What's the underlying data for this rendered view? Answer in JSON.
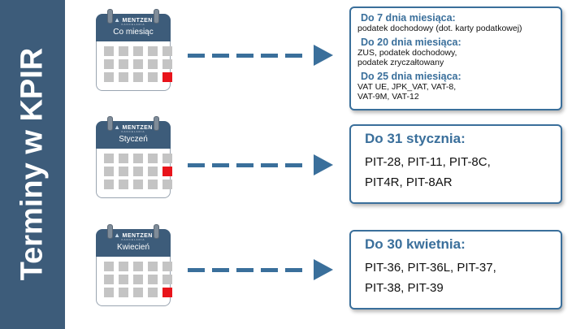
{
  "sidebar": {
    "title": "Terminy w KPIR"
  },
  "brand": {
    "name": "MENTZEN",
    "tagline": "KANCELARIA"
  },
  "calendars": [
    {
      "label": "Co miesiąc"
    },
    {
      "label": "Styczeń"
    },
    {
      "label": "Kwiecień"
    }
  ],
  "boxes": {
    "monthly": {
      "h1": "Do 7 dnia miesiąca:",
      "t1": "podatek dochodowy (dot. karty podatkowej)",
      "h2": "Do 20 dnia miesiąca:",
      "t2a": "ZUS, podatek dochodowy,",
      "t2b": "podatek zryczałtowany",
      "h3": "Do 25 dnia miesiąca:",
      "t3a": "VAT UE, JPK_VAT, VAT-8,",
      "t3b": "VAT-9M, VAT-12"
    },
    "january": {
      "heading": "Do 31 stycznia:",
      "line1": "PIT-28, PIT-11, PIT-8C,",
      "line2": "PIT4R, PIT-8AR"
    },
    "april": {
      "heading": "Do 30 kwietnia:",
      "line1": "PIT-36, PIT-36L, PIT-37,",
      "line2": "PIT-38, PIT-39"
    }
  },
  "colors": {
    "sidebar": "#3d5c7a",
    "accent": "#3a6f9b",
    "highlight": "#e8141b",
    "cell": "#c4c4c4"
  }
}
